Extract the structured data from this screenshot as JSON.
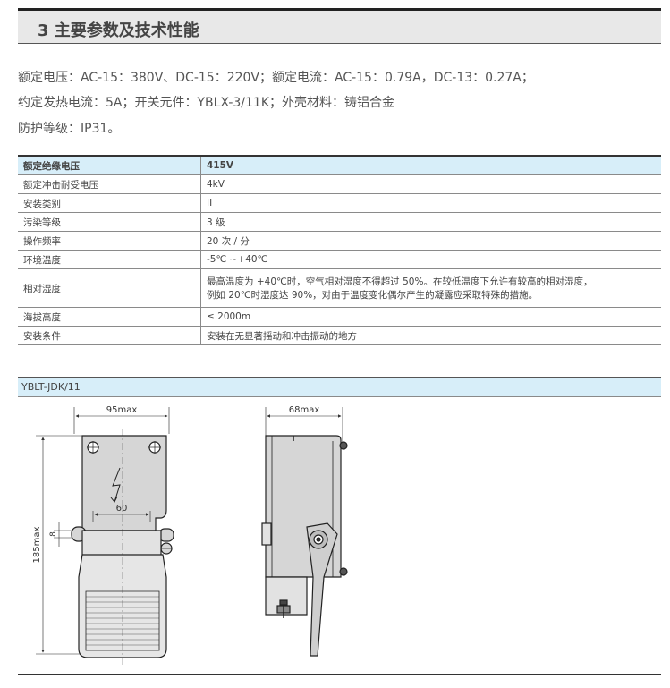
{
  "section": {
    "title": "3 主要参数及技术性能"
  },
  "description": {
    "line1": "额定电压：AC-15：380V、DC-15：220V；额定电流：AC-15：0.79A，DC-13：0.27A；",
    "line2": "约定发热电流：5A；开关元件：YBLX-3/11K；外壳材料：铸铝合金",
    "line3": "防护等级：IP31。"
  },
  "table": {
    "rows": [
      {
        "label": "额定绝缘电压",
        "value": "415V"
      },
      {
        "label": "额定冲击耐受电压",
        "value": "4kV"
      },
      {
        "label": "安装类别",
        "value": "II"
      },
      {
        "label": "污染等级",
        "value": "3 级"
      },
      {
        "label": "操作频率",
        "value": "20 次 / 分"
      },
      {
        "label": "环境温度",
        "value": "-5℃ ~+40℃"
      },
      {
        "label": "相对湿度",
        "value": "最高温度为 +40℃时，空气相对湿度不得超过 50%。在较低温度下允许有较高的相对湿度，",
        "value2": "例如 20℃时湿度达 90%，对由于温度变化偶尔产生的凝露应采取特殊的措施。"
      },
      {
        "label": "海拔高度",
        "value": "≤ 2000m"
      },
      {
        "label": "安装条件",
        "value": "安装在无显著摇动和冲击振动的地方"
      }
    ]
  },
  "drawing": {
    "title": "YBLT-JDK/11",
    "dim_width_front": "95max",
    "dim_hole_spacing": "60",
    "dim_height": "185max",
    "dim_slot": "8",
    "dim_width_side": "68max"
  }
}
